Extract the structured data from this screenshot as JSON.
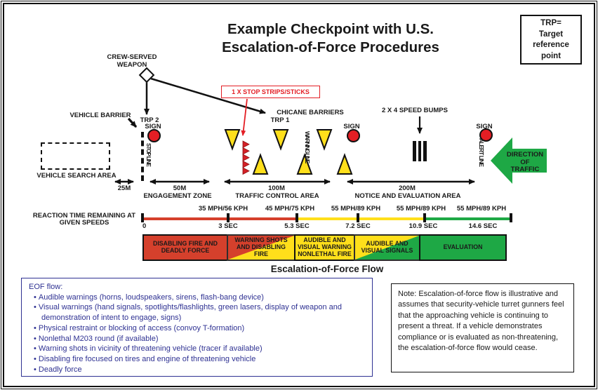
{
  "title": [
    "Example Checkpoint with U.S.",
    "Escalation-of-Force Procedures"
  ],
  "trp_box": [
    "TRP=",
    "Target",
    "reference",
    "point"
  ],
  "diagram": {
    "crew_served_weapon": [
      "CREW-SERVED",
      "WEAPON"
    ],
    "stop_strips_label": "1 X STOP STRIPS/STICKS",
    "vehicle_barrier": "VEHICLE BARRIER",
    "trp2": "TRP 2",
    "trp1": "TRP 1",
    "sign_label": "SIGN",
    "stop_line": "STOP LINE",
    "warning_line": "WARNING LINE",
    "alert_line": "ALERT LINE",
    "vehicle_search_area": "VEHICLE SEARCH AREA",
    "chicane_barriers": "CHICANE BARRIERS",
    "speed_bumps": "2 X 4 SPEED BUMPS",
    "direction_of_traffic": [
      "DIRECTION",
      "OF",
      "TRAFFIC"
    ],
    "zones": [
      {
        "distance": "25M",
        "name": ""
      },
      {
        "distance": "50M",
        "name": "ENGAGEMENT ZONE"
      },
      {
        "distance": "100M",
        "name": "TRAFFIC CONTROL AREA"
      },
      {
        "distance": "200M",
        "name": "NOTICE AND EVALUATION AREA"
      }
    ]
  },
  "timeline": {
    "label": [
      "REACTION TIME REMAINING AT",
      "GIVEN SPEEDS"
    ],
    "speeds": [
      "35 MPH/56 KPH",
      "45 MPH/75 KPH",
      "55 MPH/89 KPH",
      "55 MPH/89 KPH",
      "55 MPH/89 KPH"
    ],
    "times": [
      "0",
      "3 SEC",
      "5.3 SEC",
      "7.2 SEC",
      "10.9 SEC",
      "14.6 SEC"
    ]
  },
  "flow_bar": {
    "title": "Escalation-of-Force Flow",
    "segments": [
      {
        "style": "solid-red",
        "lines": [
          "DISABLING FIRE AND",
          "DEADLY FORCE"
        ]
      },
      {
        "style": "red-to-yellow",
        "lines": [
          "WARNING SHOTS",
          "AND DISABLING",
          "FIRE"
        ]
      },
      {
        "style": "solid-yellow",
        "lines": [
          "AUDIBLE AND",
          "VISUAL WARNING",
          "NONLETHAL FIRE"
        ]
      },
      {
        "style": "yellow-to-green",
        "lines": [
          "AUDIBLE AND",
          "VISUAL SIGNALS"
        ]
      },
      {
        "style": "solid-green",
        "lines": [
          "EVALUATION"
        ]
      }
    ]
  },
  "eof_box": {
    "heading": "EOF flow:",
    "bullets": [
      "Audible warnings (horns, loudspeakers, sirens, flash-bang device)",
      "Visual warnings (hand signals, spotlights/flashlights, green lasers, display of weapon and demonstration of intent to engage, signs)",
      "Physical restraint or blocking of access (convoy T-formation)",
      "Nonlethal M203 round (if available)",
      "Warning shots in vicinity of threatening vehicle (tracer if available)",
      "Disabling fire focused on tires and engine of threatening vehicle",
      "Deadly force"
    ]
  },
  "note_box": "Note: Escalation-of-force flow is illustrative and assumes that security-vehicle turret gunners feel that the approaching vehicle is continuing to present a threat. If a vehicle demonstrates compliance or is evaluated as non-threatening, the escalation-of-force flow would cease.",
  "colors": {
    "red": "#d5402c",
    "yellow": "#ffdf1b",
    "green": "#1ea845",
    "sign_red": "#e31e24",
    "eof_blue": "#2e3192"
  }
}
